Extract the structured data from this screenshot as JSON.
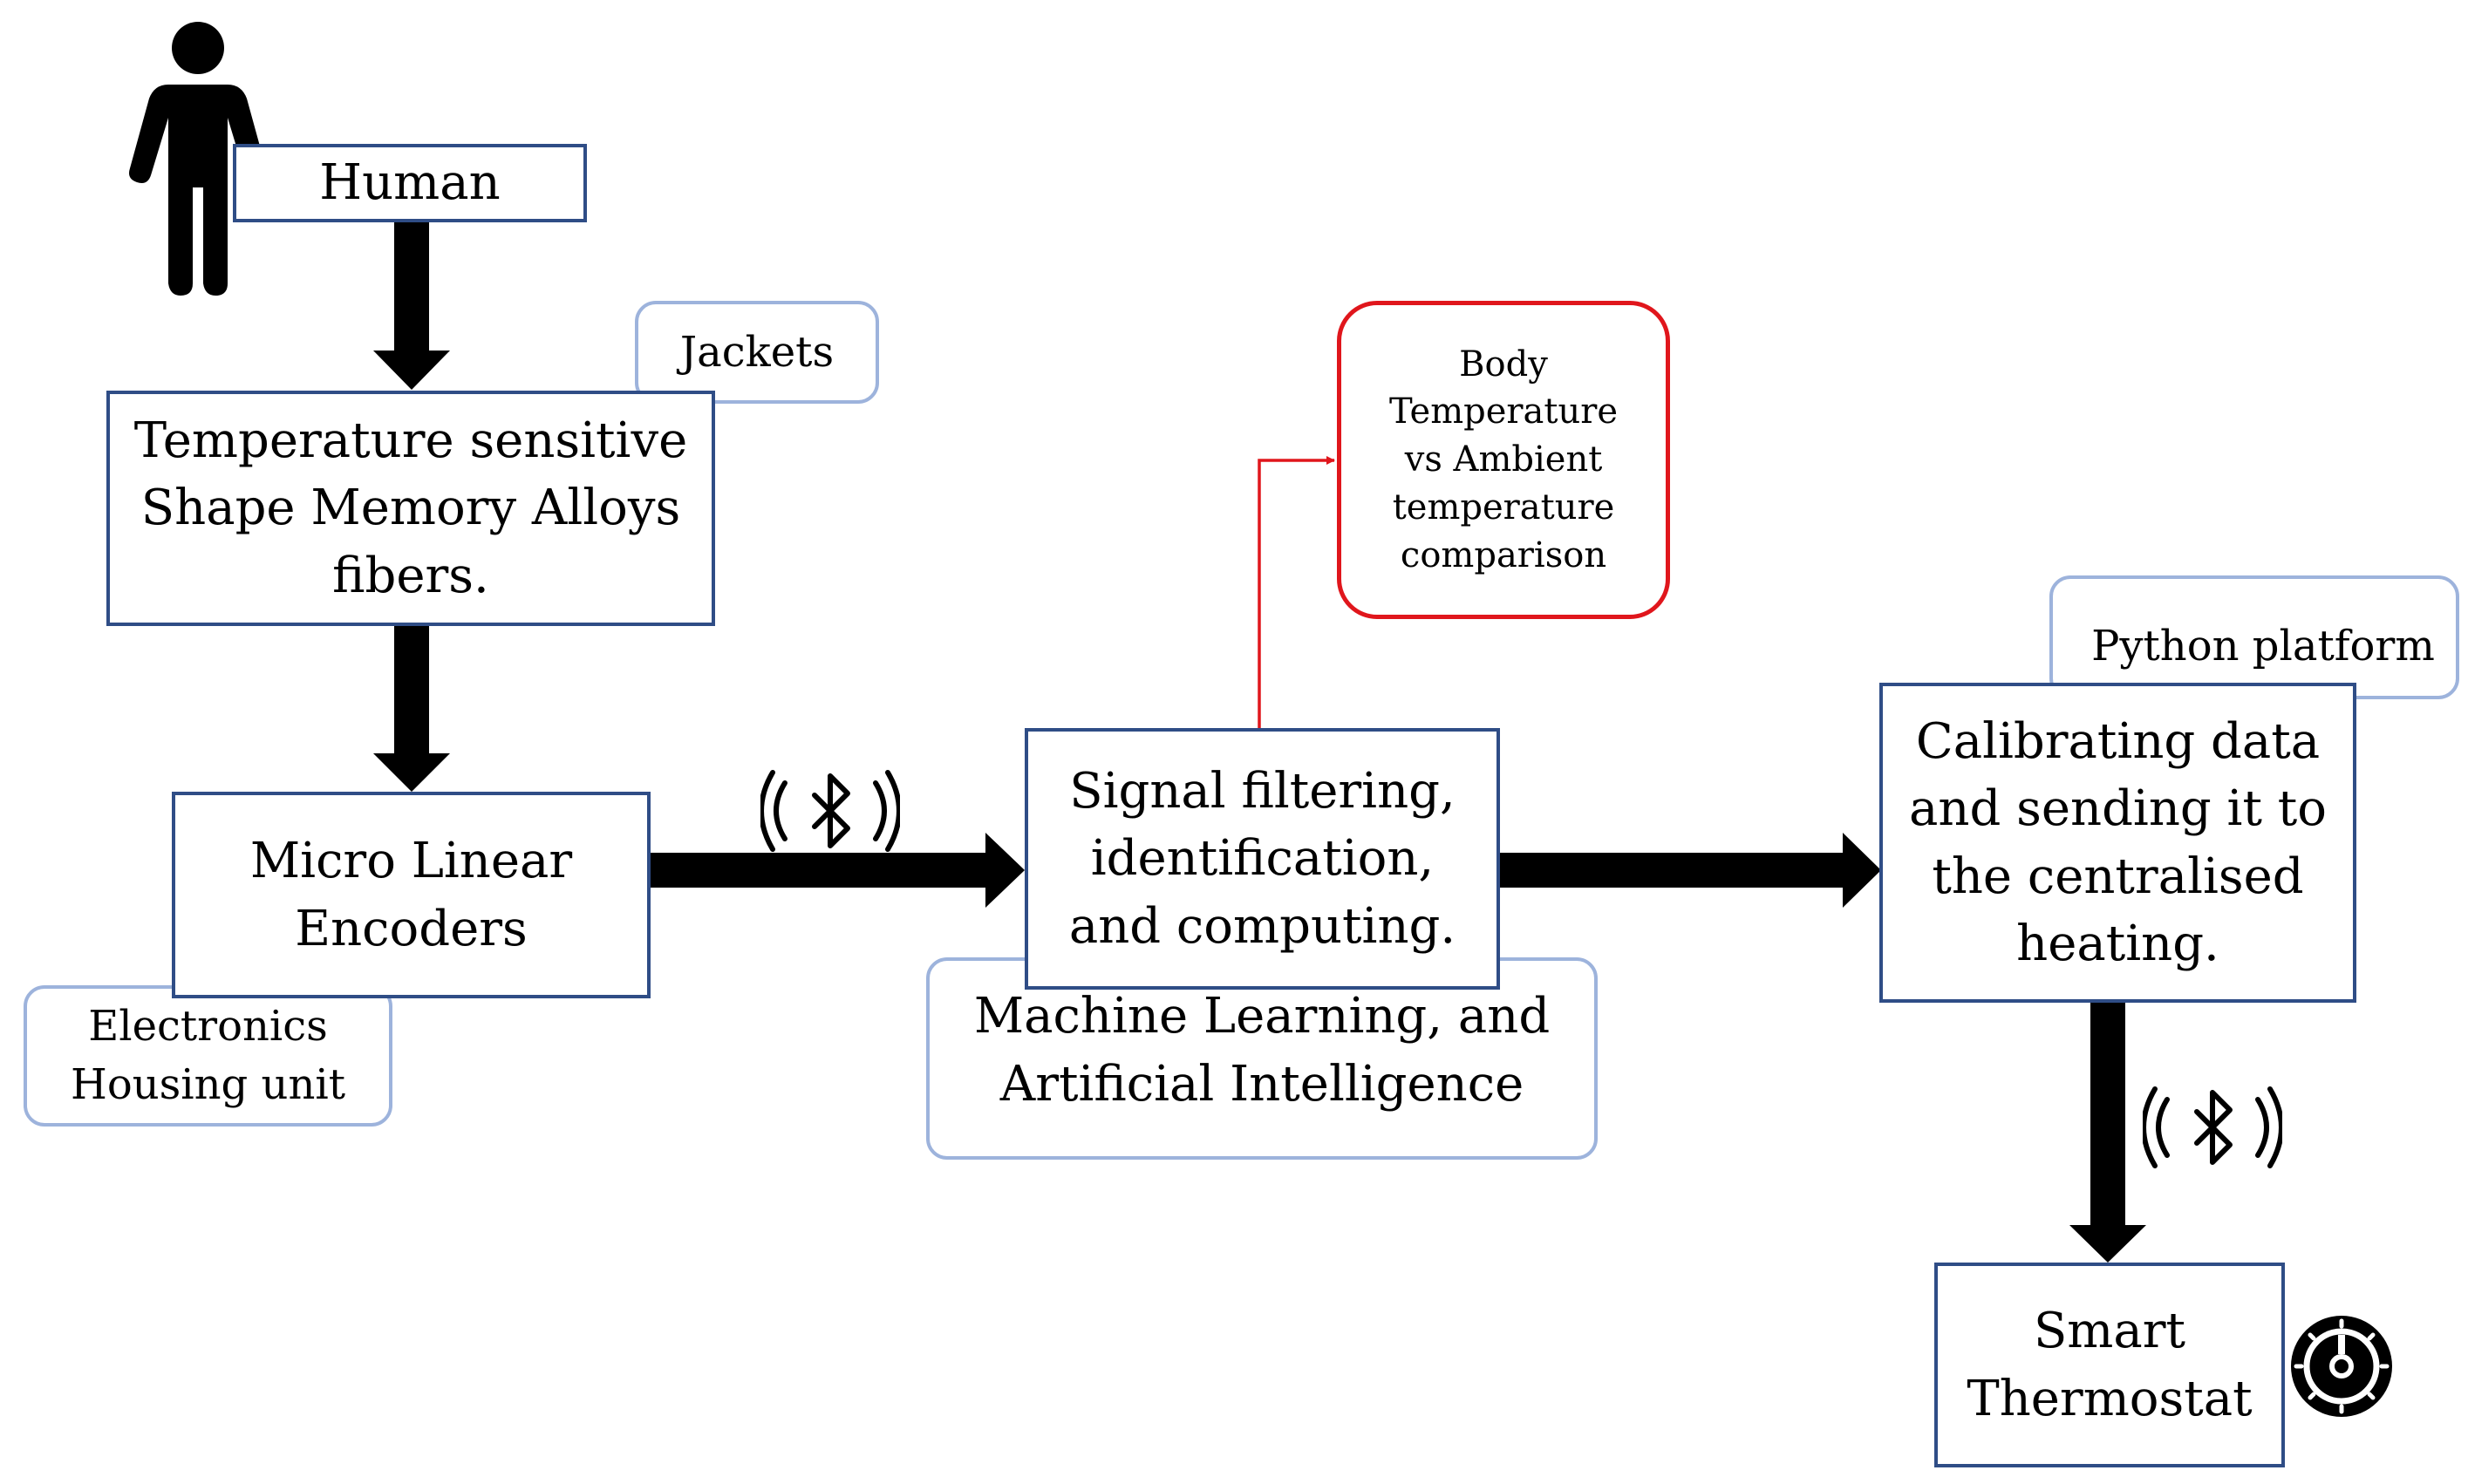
{
  "nodes": {
    "human": "Human",
    "jackets": "Jackets",
    "sma": "Temperature sensitive Shape Memory Alloys fibers.",
    "encoders": "Micro Linear Encoders",
    "electronics": "Electronics Housing unit",
    "signal": "Signal filtering, identification, and computing.",
    "ml": "Machine Learning, and Artificial Intelligence",
    "comparison": "Body Temperature vs Ambient temperature comparison",
    "python": "Python platform",
    "calibrating": "Calibrating data and sending it to the centralised heating.",
    "thermostat": "Smart Thermostat"
  },
  "icons": [
    "person-icon",
    "bluetooth-icon",
    "thermostat-icon"
  ],
  "colors": {
    "main_border": "#2f4d86",
    "side_border": "#9db3dc",
    "highlight": "#e0161c",
    "arrow": "#000000"
  }
}
